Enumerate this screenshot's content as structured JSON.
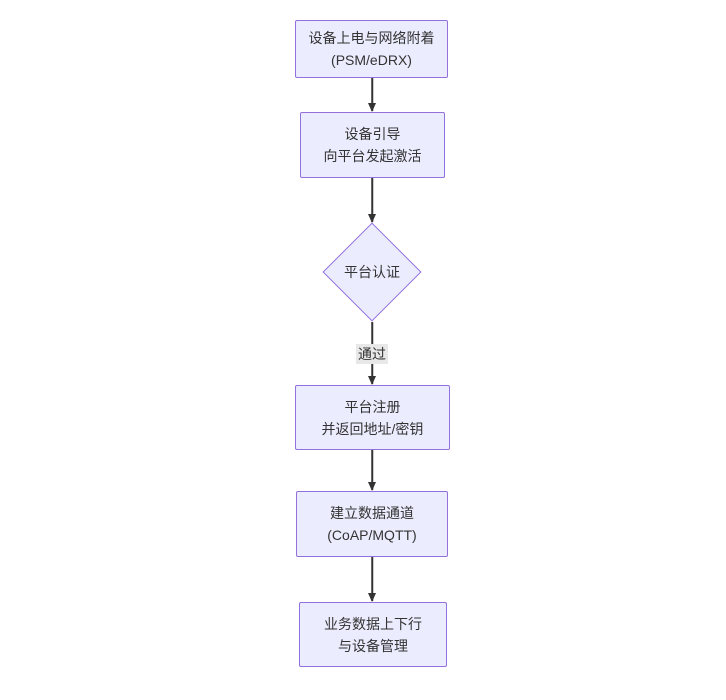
{
  "theme": {
    "background": "#ffffff",
    "node_fill": "#ececff",
    "node_border": "#9370db",
    "text_color": "#333333",
    "edge_color": "#333333",
    "edge_label_bg": "#e8e8e8"
  },
  "flowchart": {
    "direction": "top-down",
    "nodes": [
      {
        "id": "power-attach",
        "shape": "rect",
        "line1": "设备上电与网络附着",
        "line2": "(PSM/eDRX)"
      },
      {
        "id": "bootstrap",
        "shape": "rect",
        "line1": "设备引导",
        "line2": "向平台发起激活"
      },
      {
        "id": "platform-auth",
        "shape": "diamond",
        "line1": "平台认证",
        "line2": ""
      },
      {
        "id": "platform-register",
        "shape": "rect",
        "line1": "平台注册",
        "line2": "并返回地址/密钥"
      },
      {
        "id": "data-channel",
        "shape": "rect",
        "line1": "建立数据通道",
        "line2": "(CoAP/MQTT)"
      },
      {
        "id": "business-data",
        "shape": "rect",
        "line1": "业务数据上下行",
        "line2": "与设备管理"
      }
    ],
    "edges": [
      {
        "from": "power-attach",
        "to": "bootstrap",
        "label": ""
      },
      {
        "from": "bootstrap",
        "to": "platform-auth",
        "label": ""
      },
      {
        "from": "platform-auth",
        "to": "platform-register",
        "label": "通过"
      },
      {
        "from": "platform-register",
        "to": "data-channel",
        "label": ""
      },
      {
        "from": "data-channel",
        "to": "business-data",
        "label": ""
      }
    ]
  }
}
